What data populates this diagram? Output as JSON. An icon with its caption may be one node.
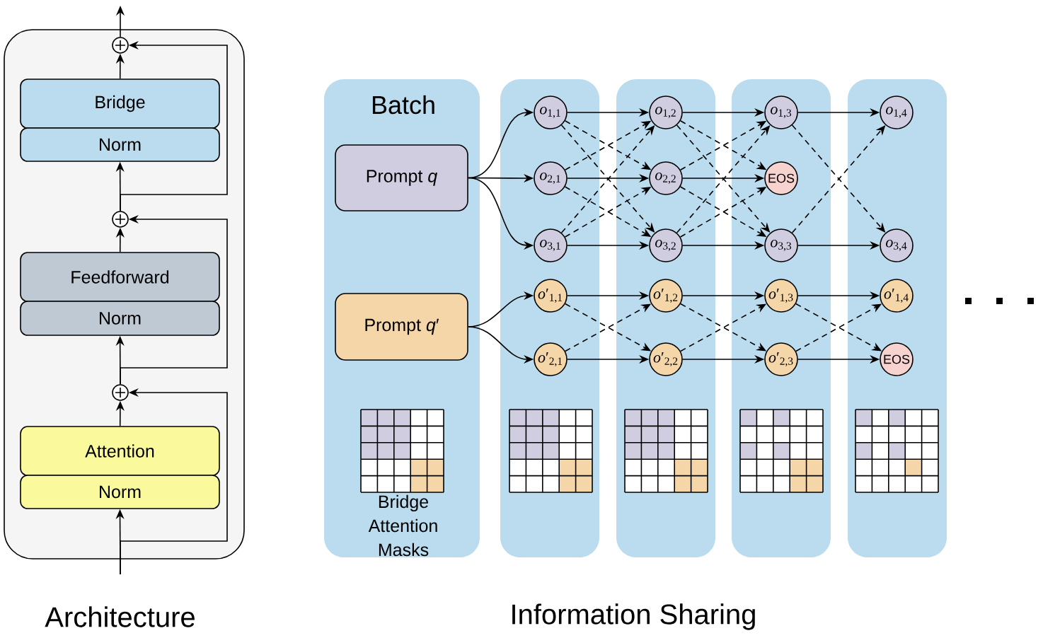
{
  "diagram": {
    "nodes": [
      {
        "text": [],
        "shape": "box"
      },
      {
        "text": [],
        "shape": "circle",
        "in": 0
      },
      {
        "text": [
          "Bridge"
        ],
        "in": 0
      },
      {
        "text": [
          "Norm"
        ],
        "in": 0
      },
      {
        "text": [],
        "shape": "circle",
        "in": 0
      },
      {
        "text": [
          "Feedforward"
        ],
        "in": 0
      },
      {
        "text": [
          "Norm"
        ],
        "in": 0
      },
      {
        "text": [],
        "shape": "circle",
        "in": 0
      },
      {
        "text": [
          "Attention"
        ],
        "in": 0
      },
      {
        "text": [
          "Norm"
        ],
        "in": 0
      },
      {
        "text": [
          "Batch",
          "Bridge Attention Masks"
        ]
      },
      {
        "text": [
          "Prompt *q*"
        ],
        "in": 10
      },
      {
        "text": [
          "Prompt *q*′"
        ],
        "in": 10
      },
      {
        "text": [],
        "shape": "box"
      },
      {
        "text": [
          "*o*$_{1,1}$"
        ],
        "in": 13
      },
      {
        "text": [
          "*o*$_{2,1}$"
        ],
        "in": 13
      },
      {
        "text": [
          "*o*$_{3,1}$"
        ],
        "in": 13
      },
      {
        "text": [
          "*o*′$_{1,1}$"
        ],
        "in": 13
      },
      {
        "text": [
          "*o*′$_{2,1}$"
        ],
        "in": 13
      },
      {
        "text": [],
        "shape": "box"
      },
      {
        "text": [
          "*o*$_{1,2}$"
        ],
        "in": 19
      },
      {
        "text": [
          "*o*$_{2,2}$"
        ],
        "in": 19
      },
      {
        "text": [
          "*o*$_{3,2}$"
        ],
        "in": 19
      },
      {
        "text": [
          "*o*′$_{1,2}$"
        ],
        "in": 19
      },
      {
        "text": [
          "*o*′$_{2,2}$"
        ],
        "in": 19
      },
      {
        "text": [],
        "shape": "box"
      },
      {
        "text": [
          "*o*$_{1,3}$"
        ],
        "in": 25
      },
      {
        "text": [
          "EOS"
        ],
        "in": 25
      },
      {
        "text": [
          "*o*$_{3,3}$"
        ],
        "in": 25
      },
      {
        "text": [
          "*o*′$_{1,3}$"
        ],
        "in": 25
      },
      {
        "text": [
          "*o*′$_{2,3}$"
        ],
        "in": 25
      },
      {
        "text": [],
        "shape": "box"
      },
      {
        "text": [
          "*o*$_{1,4}$"
        ],
        "in": 31
      },
      {
        "text": [
          "*o*$_{3,4}$"
        ],
        "in": 31
      },
      {
        "text": [
          "*o*′$_{1,4}$"
        ],
        "in": 31
      },
      {
        "text": [
          "EOS"
        ],
        "in": 31
      }
    ],
    "edges": [
      {
        "from": 1,
        "to": null,
        "arrow": "to"
      },
      {
        "from": 2,
        "to": 1,
        "arrow": "to"
      },
      {
        "from": 4,
        "to": 3,
        "arrow": "to"
      },
      {
        "from": 4,
        "to": 1,
        "arrow": "to"
      },
      {
        "from": 5,
        "to": 4,
        "arrow": "to"
      },
      {
        "from": 7,
        "to": 6,
        "arrow": "to"
      },
      {
        "from": 7,
        "to": 4,
        "arrow": "to"
      },
      {
        "from": 8,
        "to": 7,
        "arrow": "to"
      },
      {
        "from": null,
        "to": 9,
        "arrow": "to"
      },
      {
        "from": null,
        "to": 7,
        "arrow": "to"
      },
      {
        "from": 11,
        "to": 14,
        "arrow": "to"
      },
      {
        "from": 11,
        "to": 15,
        "arrow": "to"
      },
      {
        "from": 11,
        "to": 16,
        "arrow": "to"
      },
      {
        "from": 12,
        "to": 17,
        "arrow": "to"
      },
      {
        "from": 12,
        "to": 18,
        "arrow": "to"
      },
      {
        "from": 14,
        "to": 20,
        "arrow": "to"
      },
      {
        "from": 15,
        "to": 21,
        "arrow": "to"
      },
      {
        "from": 16,
        "to": 22,
        "arrow": "to"
      },
      {
        "from": 17,
        "to": 23,
        "arrow": "to"
      },
      {
        "from": 18,
        "to": 24,
        "arrow": "to"
      },
      {
        "from": 20,
        "to": 26,
        "arrow": "to"
      },
      {
        "from": 21,
        "to": 27,
        "arrow": "to"
      },
      {
        "from": 22,
        "to": 28,
        "arrow": "to"
      },
      {
        "from": 23,
        "to": 29,
        "arrow": "to"
      },
      {
        "from": 24,
        "to": 30,
        "arrow": "to"
      },
      {
        "from": 26,
        "to": 32,
        "arrow": "to"
      },
      {
        "from": 28,
        "to": 33,
        "arrow": "to"
      },
      {
        "from": 29,
        "to": 34,
        "arrow": "to"
      },
      {
        "from": 30,
        "to": 35,
        "arrow": "to"
      },
      {
        "from": 14,
        "to": 21,
        "arrow": "to",
        "style": "dashed"
      },
      {
        "from": 14,
        "to": 22,
        "arrow": "to",
        "style": "dashed"
      },
      {
        "from": 15,
        "to": 20,
        "arrow": "to",
        "style": "dashed"
      },
      {
        "from": 15,
        "to": 22,
        "arrow": "to",
        "style": "dashed"
      },
      {
        "from": 16,
        "to": 20,
        "arrow": "to",
        "style": "dashed"
      },
      {
        "from": 16,
        "to": 21,
        "arrow": "to",
        "style": "dashed"
      },
      {
        "from": 20,
        "to": 27,
        "arrow": "to",
        "style": "dashed"
      },
      {
        "from": 20,
        "to": 28,
        "arrow": "to",
        "style": "dashed"
      },
      {
        "from": 21,
        "to": 26,
        "arrow": "to",
        "style": "dashed"
      },
      {
        "from": 21,
        "to": 28,
        "arrow": "to",
        "style": "dashed"
      },
      {
        "from": 22,
        "to": 26,
        "arrow": "to",
        "style": "dashed"
      },
      {
        "from": 22,
        "to": 27,
        "arrow": "to",
        "style": "dashed"
      },
      {
        "from": 26,
        "to": 33,
        "arrow": "to",
        "style": "dashed"
      },
      {
        "from": 28,
        "to": 32,
        "arrow": "to",
        "style": "dashed"
      },
      {
        "from": 17,
        "to": 24,
        "arrow": "to",
        "style": "dashed"
      },
      {
        "from": 18,
        "to": 23,
        "arrow": "to",
        "style": "dashed"
      },
      {
        "from": 23,
        "to": 30,
        "arrow": "to",
        "style": "dashed"
      },
      {
        "from": 24,
        "to": 29,
        "arrow": "to",
        "style": "dashed"
      },
      {
        "from": 29,
        "to": 35,
        "arrow": "to",
        "style": "dashed"
      },
      {
        "from": 30,
        "to": 34,
        "arrow": "to",
        "style": "dashed"
      }
    ],
    "labels": [
      "Architecture",
      "Information Sharing"
    ]
  }
}
